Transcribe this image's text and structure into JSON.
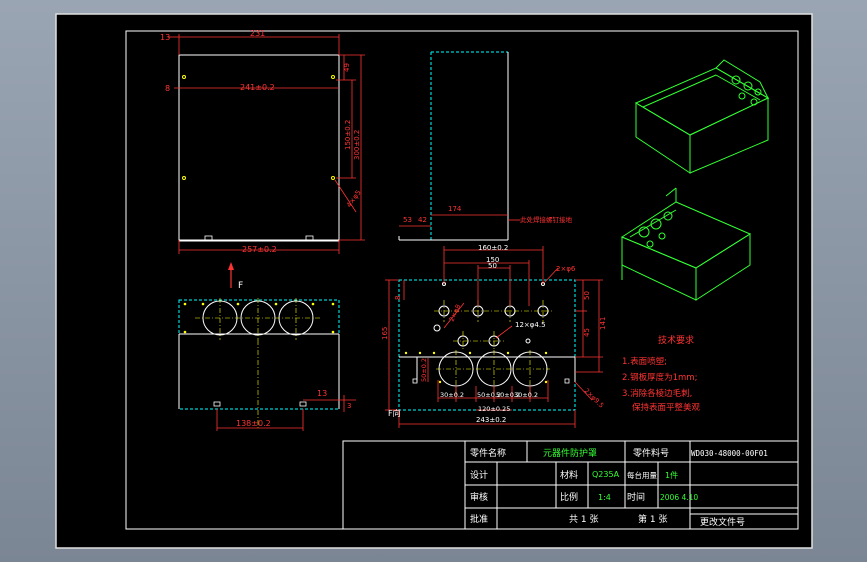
{
  "colors": {
    "sheet": "#000000",
    "border": "#ffffff",
    "dimension": "#ff3333",
    "center": "#ffff00",
    "hidden": "#00ffff",
    "iso": "#33ff33",
    "text": "#ffffff",
    "title_value": "#33ff33"
  },
  "front_view": {
    "dims": {
      "w13": "13",
      "w231": "231",
      "w8": "8",
      "inner241": "241±0.2",
      "outer257": "257±0.2",
      "h49": "49",
      "h150": "150±0.2",
      "h300": "300±0.2",
      "hole": "4×φ5"
    }
  },
  "side_view": {
    "dims": {
      "d174": "174",
      "d53": "53",
      "d42": "42"
    },
    "note": "此处焊接螺钉接地"
  },
  "view_arrow": {
    "label": "F"
  },
  "top_view": {
    "dims": {
      "d13": "13",
      "d138": "138±0.2",
      "d3": "3"
    }
  },
  "f_view": {
    "label": "F向",
    "dims": {
      "d160": "160±0.2",
      "d150": "150",
      "d50": "50",
      "hole2": "2×φ6",
      "d8": "8",
      "d165": "165",
      "d50b": "50",
      "d45": "45",
      "d141": "141",
      "hole_small": "2×φ8",
      "hole12": "12×φ4.5",
      "d50c": "50±0.2",
      "d30a": "30±0.2",
      "d50d": "50±0.2",
      "d50e": "50±0.2",
      "d30b": "30±0.2",
      "d120": "120±0.25",
      "d243": "243±0.2",
      "hole_r": "2×φ9.5"
    }
  },
  "tech_requirements": {
    "title": "技术要求",
    "items": [
      "1.表面喷塑;",
      "2.钢板厚度为1mm;",
      "3.消除各棱边毛刺,",
      "保持表面平整美观"
    ]
  },
  "title_block": {
    "part_name_label": "零件名称",
    "part_name": "元器件防护罩",
    "part_no_label": "零件料号",
    "part_no": "WD030-48000-00F01",
    "design_label": "设计",
    "material_label": "材料",
    "material": "Q235A",
    "qty_label": "每台用量",
    "qty": "1件",
    "review_label": "审核",
    "scale_label": "比例",
    "scale": "1:4",
    "time_label": "时间",
    "date": "2006 4.10",
    "approve_label": "批准",
    "total_sheets": "共 1 张",
    "sheet_no": "第 1 张",
    "change_doc": "更改文件号"
  }
}
